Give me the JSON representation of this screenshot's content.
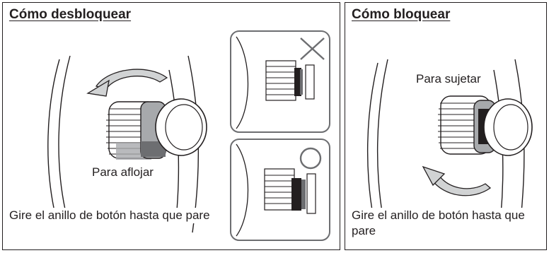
{
  "unlock": {
    "title": "Cómo desbloquear",
    "action_label": "Para aflojar",
    "caption": "Gire el anillo de botón hasta que pare",
    "insets": [
      {
        "mark": "cross-mark",
        "state": "incorrect"
      },
      {
        "mark": "circle-mark",
        "state": "correct"
      }
    ]
  },
  "lock": {
    "title": "Cómo bloquear",
    "action_label": "Para sujetar",
    "caption": "Gire el anillo de botón hasta que pare"
  },
  "colors": {
    "line": "#231f20",
    "gray_light": "#d1d3d4",
    "gray_mid": "#a7a9ac",
    "gray_dark": "#6d6e71",
    "black": "#231f20"
  }
}
